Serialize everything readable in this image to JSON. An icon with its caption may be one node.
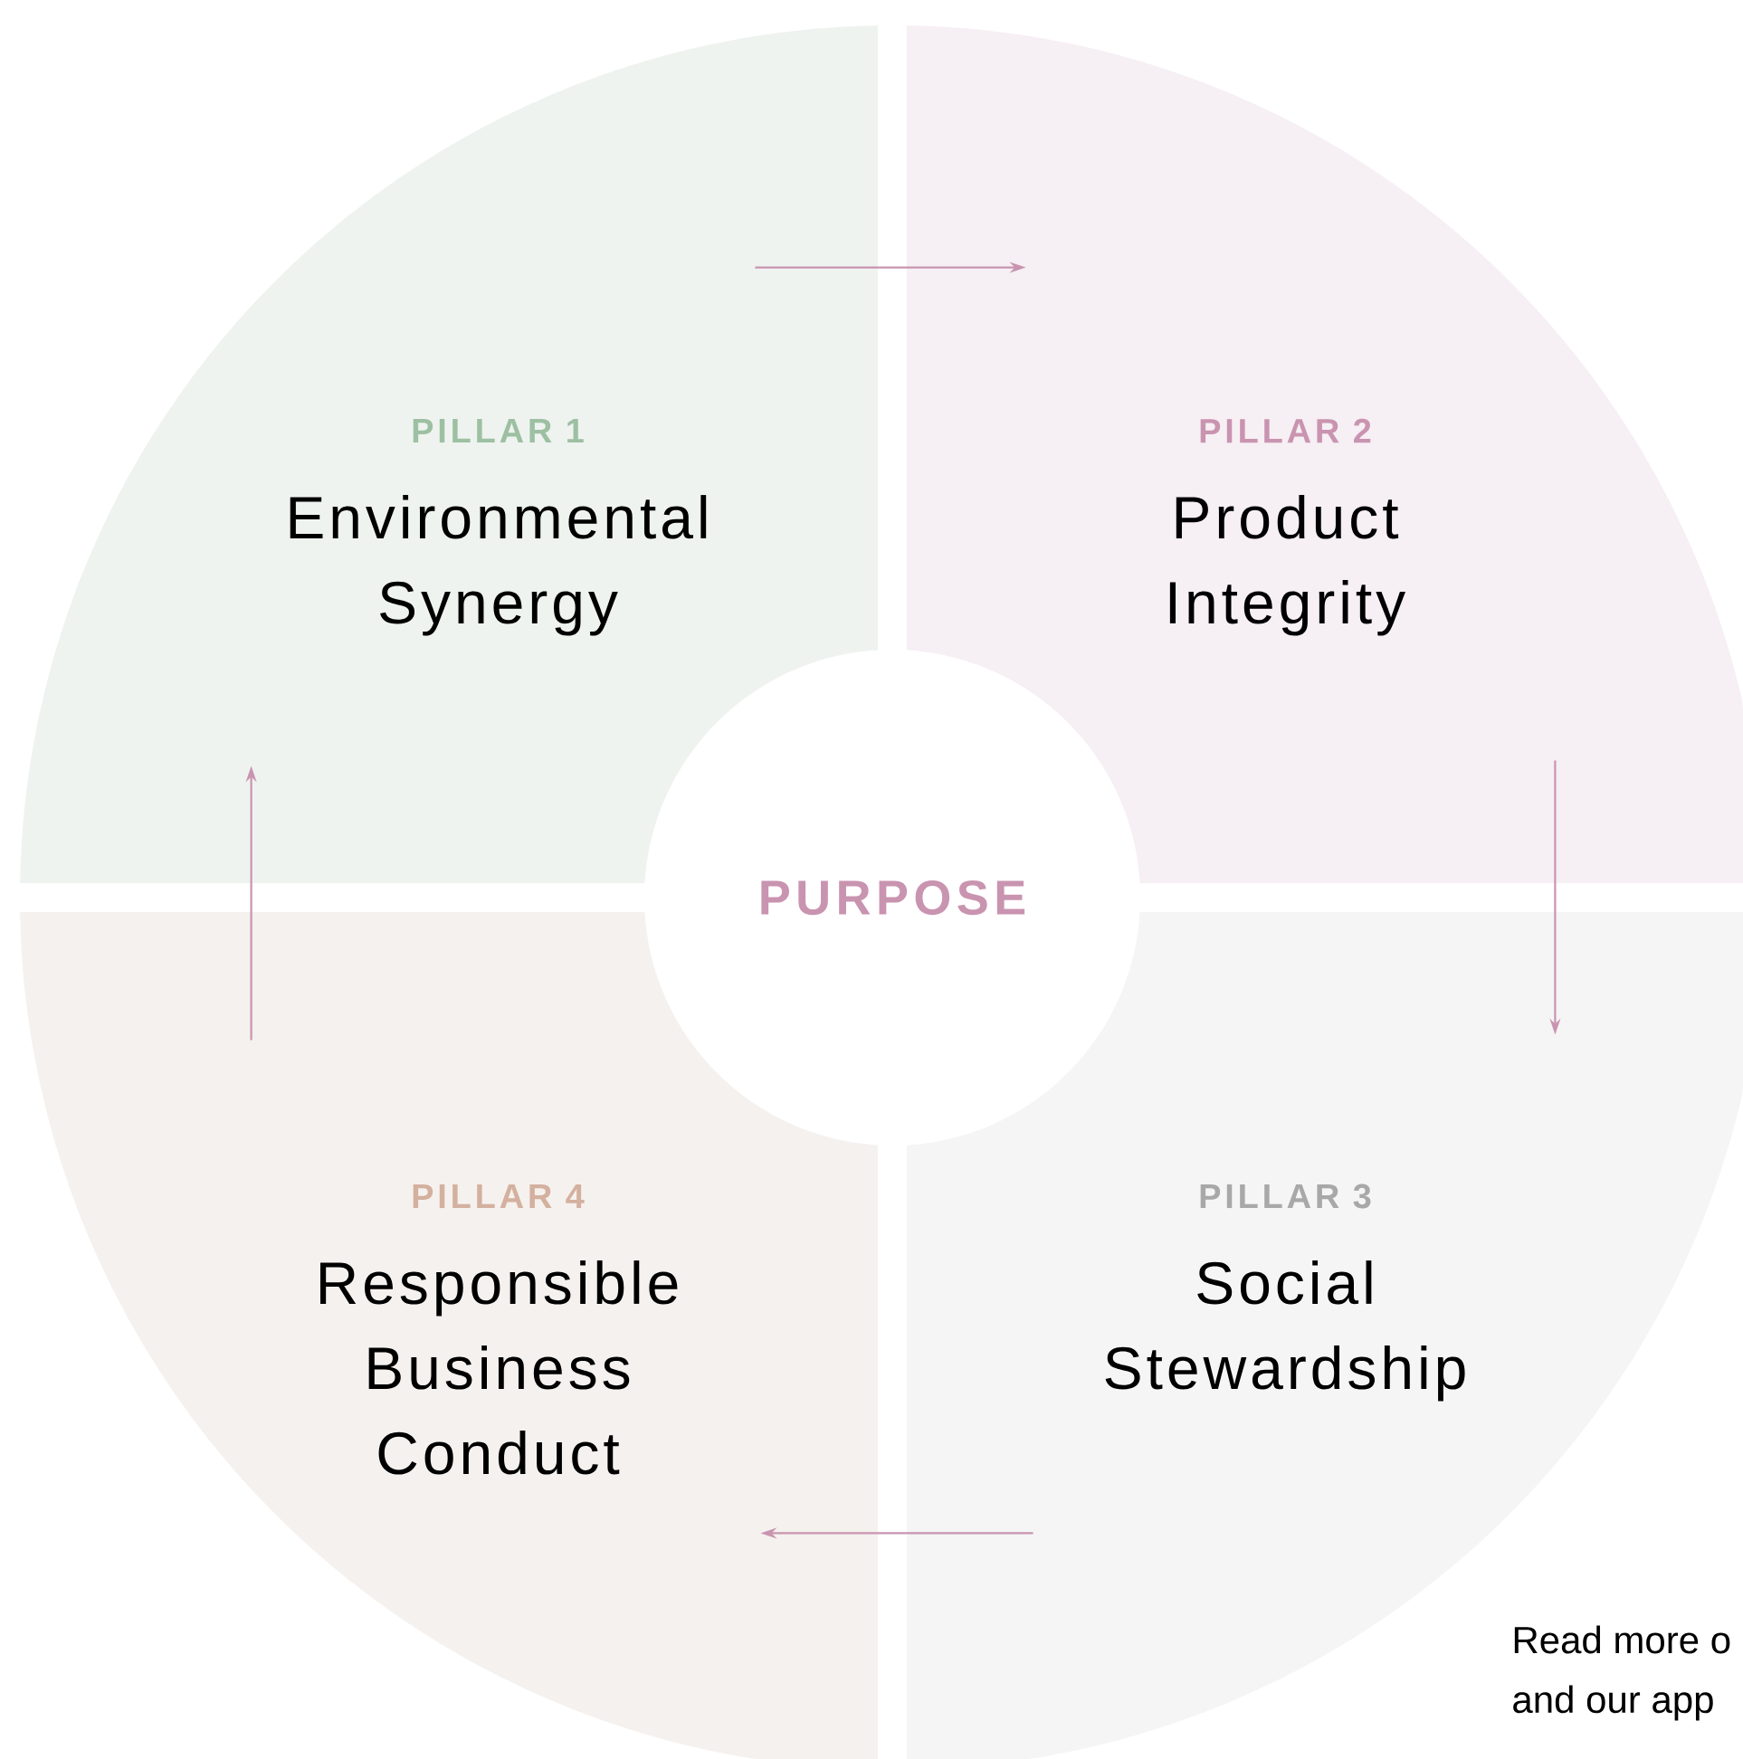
{
  "diagram": {
    "nodes": [
      {
        "text": [
          "PILLAR 1",
          "Environmental Synergy"
        ]
      },
      {
        "text": [
          "PILLAR 2",
          "Product Integrity"
        ]
      },
      {
        "text": [
          "PILLAR 3",
          "Social Stewardship"
        ]
      },
      {
        "text": [
          "PILLAR 4",
          "Responsible Business Conduct"
        ]
      },
      {
        "text": [
          "PURPOSE"
        ]
      }
    ],
    "edges": [
      {
        "from": 0,
        "to": 1,
        "arrow": "to"
      },
      {
        "from": 1,
        "to": 2,
        "arrow": "to"
      },
      {
        "from": 2,
        "to": 3,
        "arrow": "to"
      },
      {
        "from": 3,
        "to": 0,
        "arrow": "to"
      }
    ],
    "labels": [
      "Read more o",
      "and our app"
    ]
  }
}
